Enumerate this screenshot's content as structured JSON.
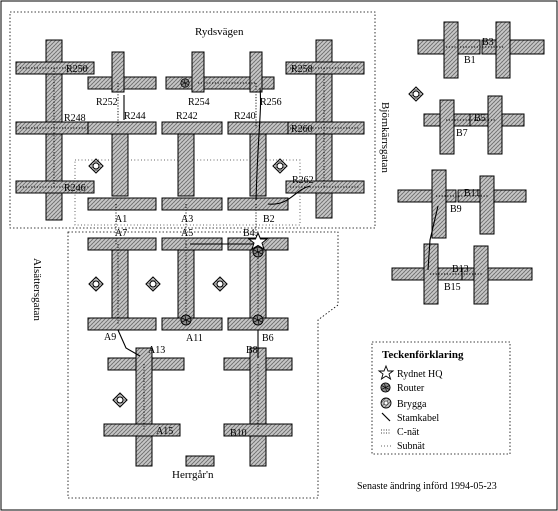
{
  "map": {
    "streets": {
      "rydsvagen": "Rydsvägen",
      "bjornkarrsgatan": "Björnkärrsgatan",
      "alsattersgatan": "Alsättersgatan",
      "herrgarn": "Herrgår'n"
    },
    "building_labels": {
      "R250": "R250",
      "R258": "R258",
      "R252": "R252",
      "R254": "R254",
      "R256": "R256",
      "R248": "R248",
      "R244": "R244",
      "R242": "R242",
      "R240": "R240",
      "R260": "R260",
      "R246": "R246",
      "R262": "R262",
      "A1": "A1",
      "A3": "A3",
      "B2": "B2",
      "A7": "A7",
      "A5": "A5",
      "B4": "B4",
      "A9": "A9",
      "A11": "A11",
      "B6": "B6",
      "A13": "A13",
      "B8": "B8",
      "A15": "A15",
      "B10": "B10",
      "B1": "B1",
      "B3": "B3",
      "B7": "B7",
      "B5": "B5",
      "B9": "B9",
      "B11": "B11",
      "B13": "B13",
      "B15": "B15"
    }
  },
  "legend": {
    "title": "Teckenförklaring",
    "items": {
      "hq": "Rydnet HQ",
      "router": "Router",
      "brygga": "Brygga",
      "stamkabel": "Stamkabel",
      "cnat": "C-nät",
      "subnat": "Subnät"
    }
  },
  "footer": {
    "updated": "Senaste ändring införd 1994-05-23"
  }
}
